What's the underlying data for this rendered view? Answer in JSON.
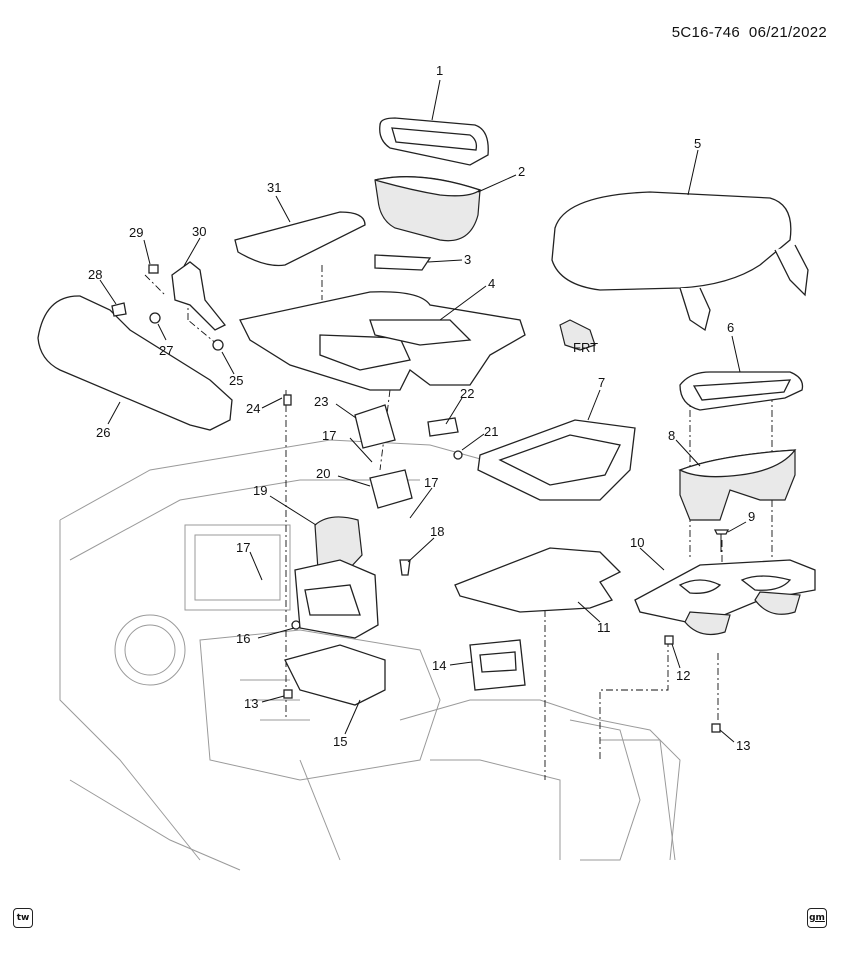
{
  "document": {
    "id": "5C16-746",
    "date": "06/21/2022"
  },
  "callouts": [
    {
      "num": "1"
    },
    {
      "num": "2"
    },
    {
      "num": "3"
    },
    {
      "num": "4"
    },
    {
      "num": "5"
    },
    {
      "num": "6"
    },
    {
      "num": "7"
    },
    {
      "num": "8"
    },
    {
      "num": "9"
    },
    {
      "num": "10"
    },
    {
      "num": "11"
    },
    {
      "num": "12"
    },
    {
      "num": "13"
    },
    {
      "num": "13"
    },
    {
      "num": "14"
    },
    {
      "num": "15"
    },
    {
      "num": "16"
    },
    {
      "num": "17"
    },
    {
      "num": "17"
    },
    {
      "num": "17"
    },
    {
      "num": "18"
    },
    {
      "num": "19"
    },
    {
      "num": "20"
    },
    {
      "num": "21"
    },
    {
      "num": "22"
    },
    {
      "num": "23"
    },
    {
      "num": "24"
    },
    {
      "num": "25"
    },
    {
      "num": "26"
    },
    {
      "num": "27"
    },
    {
      "num": "28"
    },
    {
      "num": "29"
    },
    {
      "num": "30"
    },
    {
      "num": "31"
    }
  ],
  "front_arrow_label": "FRT",
  "badges": {
    "left": "tw",
    "right": "gm"
  }
}
